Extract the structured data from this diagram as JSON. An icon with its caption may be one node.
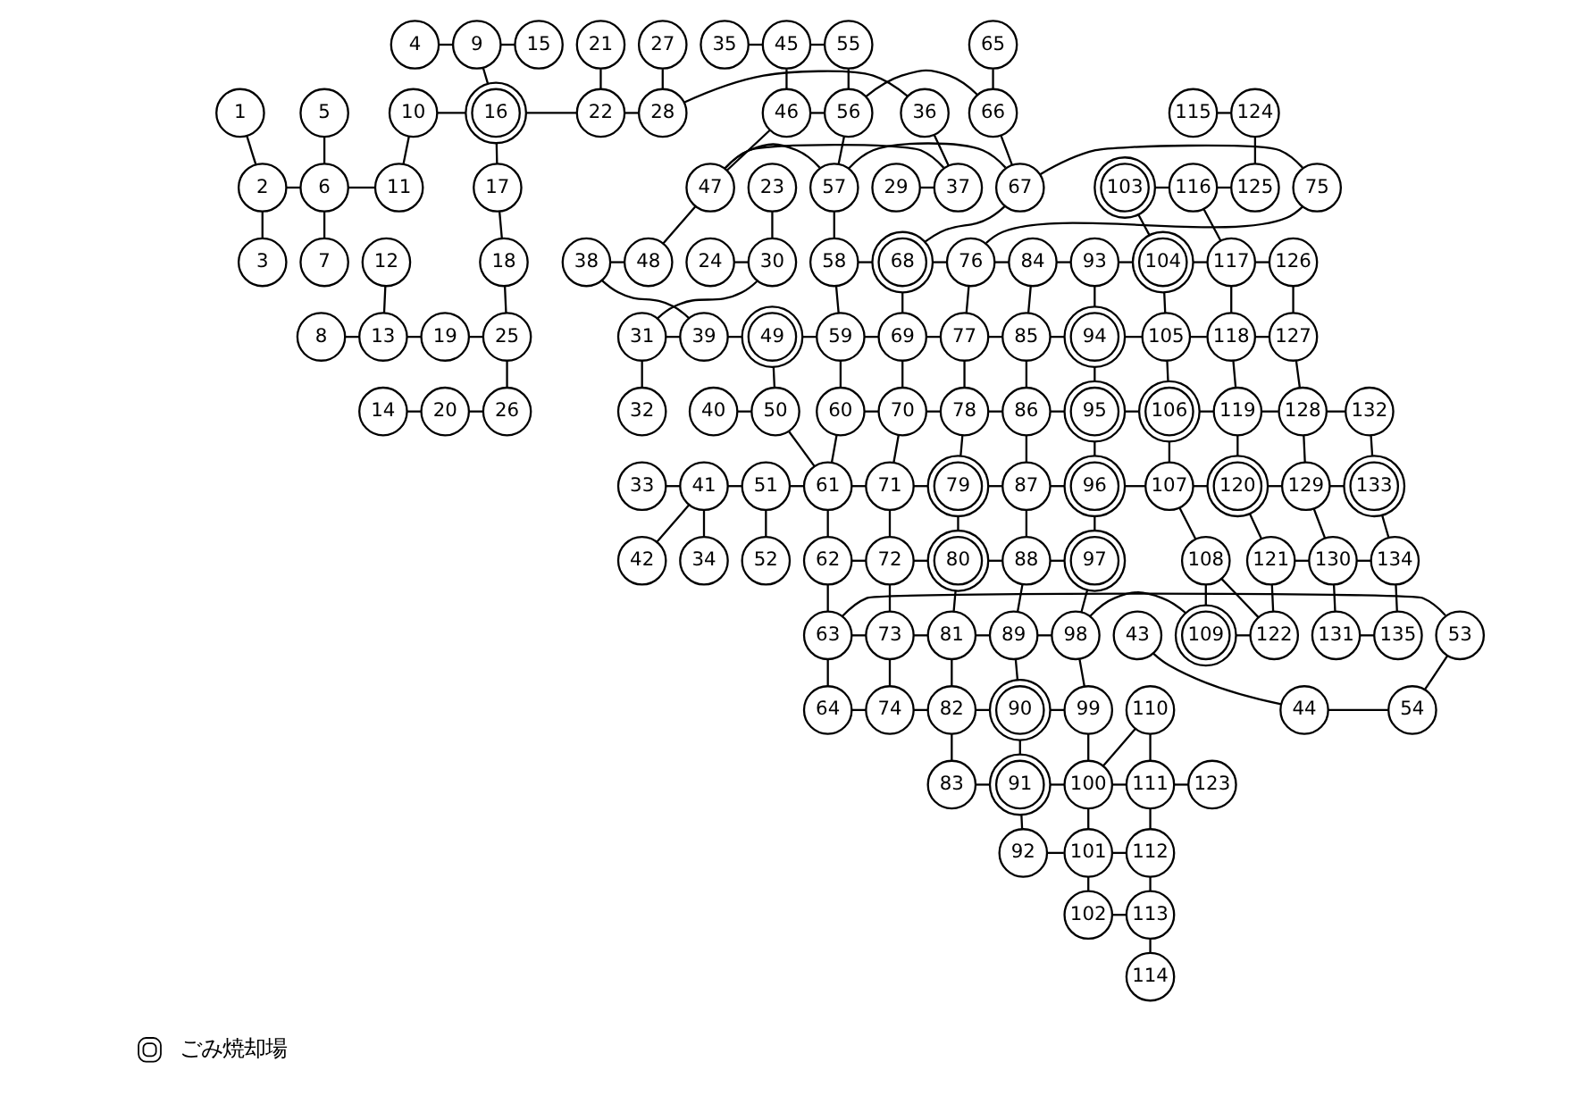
{
  "diagram": {
    "nodes": [
      {
        "text": [
          "1"
        ]
      },
      {
        "text": [
          "2"
        ]
      },
      {
        "text": [
          "3"
        ]
      },
      {
        "text": [
          "4"
        ]
      },
      {
        "text": [
          "5"
        ]
      },
      {
        "text": [
          "6"
        ]
      },
      {
        "text": [
          "7"
        ]
      },
      {
        "text": [
          "8"
        ]
      },
      {
        "text": [
          "9"
        ]
      },
      {
        "text": [
          "10"
        ]
      },
      {
        "text": [
          "11"
        ]
      },
      {
        "text": [
          "12"
        ]
      },
      {
        "text": [
          "13"
        ]
      },
      {
        "text": [
          "14"
        ]
      },
      {
        "text": [
          "15"
        ]
      },
      {
        "text": [
          "16"
        ]
      },
      {
        "text": [
          "17"
        ]
      },
      {
        "text": [
          "18"
        ]
      },
      {
        "text": [
          "19"
        ]
      },
      {
        "text": [
          "20"
        ]
      },
      {
        "text": [
          "21"
        ]
      },
      {
        "text": [
          "22"
        ]
      },
      {
        "text": [
          "23"
        ]
      },
      {
        "text": [
          "24"
        ]
      },
      {
        "text": [
          "25"
        ]
      },
      {
        "text": [
          "26"
        ]
      },
      {
        "text": [
          "27"
        ]
      },
      {
        "text": [
          "28"
        ]
      },
      {
        "text": [
          "29"
        ]
      },
      {
        "text": [
          "30"
        ]
      },
      {
        "text": [
          "31"
        ]
      },
      {
        "text": [
          "32"
        ]
      },
      {
        "text": [
          "33"
        ]
      },
      {
        "text": [
          "34"
        ]
      },
      {
        "text": [
          "35"
        ]
      },
      {
        "text": [
          "36"
        ]
      },
      {
        "text": [
          "37"
        ]
      },
      {
        "text": [
          "38"
        ]
      },
      {
        "text": [
          "39"
        ]
      },
      {
        "text": [
          "40"
        ]
      },
      {
        "text": [
          "41"
        ]
      },
      {
        "text": [
          "42"
        ]
      },
      {
        "text": [
          "43"
        ]
      },
      {
        "text": [
          "44"
        ]
      },
      {
        "text": [
          "45"
        ]
      },
      {
        "text": [
          "46"
        ]
      },
      {
        "text": [
          "47"
        ]
      },
      {
        "text": [
          "48"
        ]
      },
      {
        "text": [
          "49"
        ]
      },
      {
        "text": [
          "50"
        ]
      },
      {
        "text": [
          "51"
        ]
      },
      {
        "text": [
          "52"
        ]
      },
      {
        "text": [
          "53"
        ]
      },
      {
        "text": [
          "54"
        ]
      },
      {
        "text": [
          "55"
        ]
      },
      {
        "text": [
          "56"
        ]
      },
      {
        "text": [
          "57"
        ]
      },
      {
        "text": [
          "58"
        ]
      },
      {
        "text": [
          "59"
        ]
      },
      {
        "text": [
          "60"
        ]
      },
      {
        "text": [
          "61"
        ]
      },
      {
        "text": [
          "62"
        ]
      },
      {
        "text": [
          "63"
        ]
      },
      {
        "text": [
          "64"
        ]
      },
      {
        "text": [
          "65"
        ]
      },
      {
        "text": [
          "66"
        ]
      },
      {
        "text": [
          "67"
        ]
      },
      {
        "text": [
          "68"
        ]
      },
      {
        "text": [
          "69"
        ]
      },
      {
        "text": [
          "70"
        ]
      },
      {
        "text": [
          "71"
        ]
      },
      {
        "text": [
          "72"
        ]
      },
      {
        "text": [
          "73"
        ]
      },
      {
        "text": [
          "74"
        ]
      },
      {
        "text": [
          "75"
        ]
      },
      {
        "text": [
          "76"
        ]
      },
      {
        "text": [
          "77"
        ]
      },
      {
        "text": [
          "78"
        ]
      },
      {
        "text": [
          "79"
        ]
      },
      {
        "text": [
          "80"
        ]
      },
      {
        "text": [
          "81"
        ]
      },
      {
        "text": [
          "82"
        ]
      },
      {
        "text": [
          "83"
        ]
      },
      {
        "text": [
          "84"
        ]
      },
      {
        "text": [
          "85"
        ]
      },
      {
        "text": [
          "86"
        ]
      },
      {
        "text": [
          "87"
        ]
      },
      {
        "text": [
          "88"
        ]
      },
      {
        "text": [
          "89"
        ]
      },
      {
        "text": [
          "90"
        ]
      },
      {
        "text": [
          "91"
        ]
      },
      {
        "text": [
          "92"
        ]
      },
      {
        "text": [
          "93"
        ]
      },
      {
        "text": [
          "94"
        ]
      },
      {
        "text": [
          "95"
        ]
      },
      {
        "text": [
          "96"
        ]
      },
      {
        "text": [
          "97"
        ]
      },
      {
        "text": [
          "98"
        ]
      },
      {
        "text": [
          "99"
        ]
      },
      {
        "text": [
          "100"
        ]
      },
      {
        "text": [
          "101"
        ]
      },
      {
        "text": [
          "102"
        ]
      },
      {
        "text": [
          "103"
        ]
      },
      {
        "text": [
          "104"
        ]
      },
      {
        "text": [
          "105"
        ]
      },
      {
        "text": [
          "106"
        ]
      },
      {
        "text": [
          "107"
        ]
      },
      {
        "text": [
          "108"
        ]
      },
      {
        "text": [
          "109"
        ]
      },
      {
        "text": [
          "110"
        ]
      },
      {
        "text": [
          "111"
        ]
      },
      {
        "text": [
          "112"
        ]
      },
      {
        "text": [
          "113"
        ]
      },
      {
        "text": [
          "114"
        ]
      },
      {
        "text": [
          "115"
        ]
      },
      {
        "text": [
          "116"
        ]
      },
      {
        "text": [
          "117"
        ]
      },
      {
        "text": [
          "118"
        ]
      },
      {
        "text": [
          "119"
        ]
      },
      {
        "text": [
          "120"
        ]
      },
      {
        "text": [
          "121"
        ]
      },
      {
        "text": [
          "122"
        ]
      },
      {
        "text": [
          "123"
        ]
      },
      {
        "text": [
          "124"
        ]
      },
      {
        "text": [
          "125"
        ]
      },
      {
        "text": [
          "126"
        ]
      },
      {
        "text": [
          "127"
        ]
      },
      {
        "text": [
          "128"
        ]
      },
      {
        "text": [
          "129"
        ]
      },
      {
        "text": [
          "130"
        ]
      },
      {
        "text": [
          "131"
        ]
      },
      {
        "text": [
          "132"
        ]
      },
      {
        "text": [
          "133"
        ]
      },
      {
        "text": [
          "134"
        ]
      },
      {
        "text": [
          "135"
        ]
      }
    ],
    "edges": [
      {
        "from": 0,
        "to": 1,
        "arrow": "none"
      },
      {
        "from": 1,
        "to": 2,
        "arrow": "none"
      },
      {
        "from": 1,
        "to": 5,
        "arrow": "none"
      },
      {
        "from": 3,
        "to": 8,
        "arrow": "none"
      },
      {
        "from": 8,
        "to": 14,
        "arrow": "none"
      },
      {
        "from": 8,
        "to": 15,
        "arrow": "none"
      },
      {
        "from": 4,
        "to": 5,
        "arrow": "none"
      },
      {
        "from": 5,
        "to": 6,
        "arrow": "none"
      },
      {
        "from": 5,
        "to": 10,
        "arrow": "none"
      },
      {
        "from": 9,
        "to": 15,
        "arrow": "none"
      },
      {
        "from": 9,
        "to": 10,
        "arrow": "none"
      },
      {
        "from": 15,
        "to": 21,
        "arrow": "none"
      },
      {
        "from": 15,
        "to": 16,
        "arrow": "none"
      },
      {
        "from": 16,
        "to": 17,
        "arrow": "none"
      },
      {
        "from": 17,
        "to": 24,
        "arrow": "none"
      },
      {
        "from": 11,
        "to": 12,
        "arrow": "none"
      },
      {
        "from": 7,
        "to": 12,
        "arrow": "none"
      },
      {
        "from": 12,
        "to": 18,
        "arrow": "none"
      },
      {
        "from": 18,
        "to": 24,
        "arrow": "none"
      },
      {
        "from": 24,
        "to": 25,
        "arrow": "none"
      },
      {
        "from": 13,
        "to": 19,
        "arrow": "none"
      },
      {
        "from": 19,
        "to": 25,
        "arrow": "none"
      },
      {
        "from": 20,
        "to": 21,
        "arrow": "none"
      },
      {
        "from": 21,
        "to": 27,
        "arrow": "none"
      },
      {
        "from": 26,
        "to": 27,
        "arrow": "none"
      },
      {
        "from": 22,
        "to": 29,
        "arrow": "none"
      },
      {
        "from": 23,
        "to": 29,
        "arrow": "none"
      },
      {
        "from": 28,
        "to": 36,
        "arrow": "none"
      },
      {
        "from": 29,
        "to": 30,
        "arrow": "none"
      },
      {
        "from": 30,
        "to": 31,
        "arrow": "none"
      },
      {
        "from": 30,
        "to": 38,
        "arrow": "none"
      },
      {
        "from": 27,
        "to": 35,
        "arrow": "none"
      },
      {
        "from": 35,
        "to": 36,
        "arrow": "none"
      },
      {
        "from": 36,
        "to": 46,
        "arrow": "none"
      },
      {
        "from": 34,
        "to": 44,
        "arrow": "none"
      },
      {
        "from": 44,
        "to": 54,
        "arrow": "none"
      },
      {
        "from": 44,
        "to": 45,
        "arrow": "none"
      },
      {
        "from": 45,
        "to": 55,
        "arrow": "none"
      },
      {
        "from": 45,
        "to": 46,
        "arrow": "none"
      },
      {
        "from": 55,
        "to": 65,
        "arrow": "none"
      },
      {
        "from": 54,
        "to": 55,
        "arrow": "none"
      },
      {
        "from": 64,
        "to": 65,
        "arrow": "none"
      },
      {
        "from": 46,
        "to": 56,
        "arrow": "none"
      },
      {
        "from": 56,
        "to": 66,
        "arrow": "none"
      },
      {
        "from": 55,
        "to": 56,
        "arrow": "none"
      },
      {
        "from": 65,
        "to": 66,
        "arrow": "none"
      },
      {
        "from": 66,
        "to": 74,
        "arrow": "none"
      },
      {
        "from": 66,
        "to": 67,
        "arrow": "none"
      },
      {
        "from": 46,
        "to": 47,
        "arrow": "none"
      },
      {
        "from": 37,
        "to": 47,
        "arrow": "none"
      },
      {
        "from": 37,
        "to": 38,
        "arrow": "none"
      },
      {
        "from": 38,
        "to": 48,
        "arrow": "none"
      },
      {
        "from": 48,
        "to": 58,
        "arrow": "none"
      },
      {
        "from": 56,
        "to": 57,
        "arrow": "none"
      },
      {
        "from": 57,
        "to": 67,
        "arrow": "none"
      },
      {
        "from": 57,
        "to": 58,
        "arrow": "none"
      },
      {
        "from": 67,
        "to": 75,
        "arrow": "none"
      },
      {
        "from": 75,
        "to": 83,
        "arrow": "none"
      },
      {
        "from": 74,
        "to": 75,
        "arrow": "none"
      },
      {
        "from": 67,
        "to": 68,
        "arrow": "none"
      },
      {
        "from": 58,
        "to": 68,
        "arrow": "none"
      },
      {
        "from": 68,
        "to": 76,
        "arrow": "none"
      },
      {
        "from": 76,
        "to": 84,
        "arrow": "none"
      },
      {
        "from": 58,
        "to": 59,
        "arrow": "none"
      },
      {
        "from": 59,
        "to": 69,
        "arrow": "none"
      },
      {
        "from": 69,
        "to": 77,
        "arrow": "none"
      },
      {
        "from": 77,
        "to": 85,
        "arrow": "none"
      },
      {
        "from": 68,
        "to": 69,
        "arrow": "none"
      },
      {
        "from": 75,
        "to": 76,
        "arrow": "none"
      },
      {
        "from": 76,
        "to": 77,
        "arrow": "none"
      },
      {
        "from": 48,
        "to": 49,
        "arrow": "none"
      },
      {
        "from": 39,
        "to": 49,
        "arrow": "none"
      },
      {
        "from": 49,
        "to": 60,
        "arrow": "none"
      },
      {
        "from": 59,
        "to": 60,
        "arrow": "none"
      },
      {
        "from": 69,
        "to": 70,
        "arrow": "none"
      },
      {
        "from": 77,
        "to": 78,
        "arrow": "none"
      },
      {
        "from": 32,
        "to": 40,
        "arrow": "none"
      },
      {
        "from": 33,
        "to": 40,
        "arrow": "none"
      },
      {
        "from": 40,
        "to": 50,
        "arrow": "none"
      },
      {
        "from": 40,
        "to": 41,
        "arrow": "none"
      },
      {
        "from": 50,
        "to": 60,
        "arrow": "none"
      },
      {
        "from": 60,
        "to": 70,
        "arrow": "none"
      },
      {
        "from": 70,
        "to": 78,
        "arrow": "none"
      },
      {
        "from": 50,
        "to": 51,
        "arrow": "none"
      },
      {
        "from": 60,
        "to": 61,
        "arrow": "none"
      },
      {
        "from": 61,
        "to": 71,
        "arrow": "none"
      },
      {
        "from": 70,
        "to": 71,
        "arrow": "none"
      },
      {
        "from": 71,
        "to": 79,
        "arrow": "none"
      },
      {
        "from": 78,
        "to": 79,
        "arrow": "none"
      },
      {
        "from": 61,
        "to": 62,
        "arrow": "none"
      },
      {
        "from": 71,
        "to": 72,
        "arrow": "none"
      },
      {
        "from": 79,
        "to": 80,
        "arrow": "none"
      },
      {
        "from": 52,
        "to": 62,
        "arrow": "none"
      },
      {
        "from": 42,
        "to": 43,
        "arrow": "none"
      },
      {
        "from": 52,
        "to": 53,
        "arrow": "none"
      },
      {
        "from": 43,
        "to": 53,
        "arrow": "none"
      },
      {
        "from": 62,
        "to": 72,
        "arrow": "none"
      },
      {
        "from": 72,
        "to": 80,
        "arrow": "none"
      },
      {
        "from": 62,
        "to": 63,
        "arrow": "none"
      },
      {
        "from": 63,
        "to": 73,
        "arrow": "none"
      },
      {
        "from": 72,
        "to": 73,
        "arrow": "none"
      },
      {
        "from": 73,
        "to": 81,
        "arrow": "none"
      },
      {
        "from": 80,
        "to": 81,
        "arrow": "none"
      },
      {
        "from": 80,
        "to": 88,
        "arrow": "none"
      },
      {
        "from": 81,
        "to": 89,
        "arrow": "none"
      },
      {
        "from": 81,
        "to": 82,
        "arrow": "none"
      },
      {
        "from": 78,
        "to": 86,
        "arrow": "none"
      },
      {
        "from": 79,
        "to": 87,
        "arrow": "none"
      },
      {
        "from": 83,
        "to": 92,
        "arrow": "none"
      },
      {
        "from": 83,
        "to": 84,
        "arrow": "none"
      },
      {
        "from": 84,
        "to": 93,
        "arrow": "none"
      },
      {
        "from": 92,
        "to": 103,
        "arrow": "none"
      },
      {
        "from": 92,
        "to": 93,
        "arrow": "none"
      },
      {
        "from": 103,
        "to": 116,
        "arrow": "none"
      },
      {
        "from": 102,
        "to": 103,
        "arrow": "none"
      },
      {
        "from": 102,
        "to": 115,
        "arrow": "none"
      },
      {
        "from": 103,
        "to": 104,
        "arrow": "none"
      },
      {
        "from": 93,
        "to": 104,
        "arrow": "none"
      },
      {
        "from": 104,
        "to": 117,
        "arrow": "none"
      },
      {
        "from": 93,
        "to": 94,
        "arrow": "none"
      },
      {
        "from": 84,
        "to": 85,
        "arrow": "none"
      },
      {
        "from": 85,
        "to": 94,
        "arrow": "none"
      },
      {
        "from": 94,
        "to": 105,
        "arrow": "none"
      },
      {
        "from": 105,
        "to": 118,
        "arrow": "none"
      },
      {
        "from": 118,
        "to": 127,
        "arrow": "none"
      },
      {
        "from": 127,
        "to": 131,
        "arrow": "none"
      },
      {
        "from": 115,
        "to": 124,
        "arrow": "none"
      },
      {
        "from": 114,
        "to": 123,
        "arrow": "none"
      },
      {
        "from": 123,
        "to": 124,
        "arrow": "none"
      },
      {
        "from": 115,
        "to": 116,
        "arrow": "none"
      },
      {
        "from": 116,
        "to": 125,
        "arrow": "none"
      },
      {
        "from": 116,
        "to": 117,
        "arrow": "none"
      },
      {
        "from": 125,
        "to": 126,
        "arrow": "none"
      },
      {
        "from": 117,
        "to": 126,
        "arrow": "none"
      },
      {
        "from": 126,
        "to": 127,
        "arrow": "none"
      },
      {
        "from": 117,
        "to": 118,
        "arrow": "none"
      },
      {
        "from": 127,
        "to": 128,
        "arrow": "none"
      },
      {
        "from": 131,
        "to": 132,
        "arrow": "none"
      },
      {
        "from": 119,
        "to": 128,
        "arrow": "none"
      },
      {
        "from": 128,
        "to": 132,
        "arrow": "none"
      },
      {
        "from": 106,
        "to": 119,
        "arrow": "none"
      },
      {
        "from": 95,
        "to": 106,
        "arrow": "none"
      },
      {
        "from": 86,
        "to": 95,
        "arrow": "none"
      },
      {
        "from": 85,
        "to": 86,
        "arrow": "none"
      },
      {
        "from": 94,
        "to": 95,
        "arrow": "none"
      },
      {
        "from": 105,
        "to": 106,
        "arrow": "none"
      },
      {
        "from": 118,
        "to": 119,
        "arrow": "none"
      },
      {
        "from": 104,
        "to": 105,
        "arrow": "none"
      },
      {
        "from": 86,
        "to": 87,
        "arrow": "none"
      },
      {
        "from": 95,
        "to": 96,
        "arrow": "none"
      },
      {
        "from": 87,
        "to": 96,
        "arrow": "none"
      },
      {
        "from": 87,
        "to": 88,
        "arrow": "none"
      },
      {
        "from": 96,
        "to": 97,
        "arrow": "none"
      },
      {
        "from": 88,
        "to": 97,
        "arrow": "none"
      },
      {
        "from": 97,
        "to": 108,
        "arrow": "none"
      },
      {
        "from": 107,
        "to": 121,
        "arrow": "none"
      },
      {
        "from": 108,
        "to": 121,
        "arrow": "none"
      },
      {
        "from": 106,
        "to": 107,
        "arrow": "none"
      },
      {
        "from": 119,
        "to": 120,
        "arrow": "none"
      },
      {
        "from": 120,
        "to": 121,
        "arrow": "none"
      },
      {
        "from": 120,
        "to": 129,
        "arrow": "none"
      },
      {
        "from": 128,
        "to": 129,
        "arrow": "none"
      },
      {
        "from": 129,
        "to": 130,
        "arrow": "none"
      },
      {
        "from": 130,
        "to": 134,
        "arrow": "none"
      },
      {
        "from": 129,
        "to": 133,
        "arrow": "none"
      },
      {
        "from": 132,
        "to": 133,
        "arrow": "none"
      },
      {
        "from": 133,
        "to": 134,
        "arrow": "none"
      },
      {
        "from": 88,
        "to": 89,
        "arrow": "none"
      },
      {
        "from": 89,
        "to": 98,
        "arrow": "none"
      },
      {
        "from": 97,
        "to": 98,
        "arrow": "none"
      },
      {
        "from": 82,
        "to": 90,
        "arrow": "none"
      },
      {
        "from": 89,
        "to": 90,
        "arrow": "none"
      },
      {
        "from": 90,
        "to": 91,
        "arrow": "none"
      },
      {
        "from": 90,
        "to": 99,
        "arrow": "none"
      },
      {
        "from": 98,
        "to": 99,
        "arrow": "none"
      },
      {
        "from": 99,
        "to": 109,
        "arrow": "none"
      },
      {
        "from": 109,
        "to": 110,
        "arrow": "none"
      },
      {
        "from": 99,
        "to": 110,
        "arrow": "none"
      },
      {
        "from": 110,
        "to": 122,
        "arrow": "none"
      },
      {
        "from": 99,
        "to": 100,
        "arrow": "none"
      },
      {
        "from": 91,
        "to": 100,
        "arrow": "none"
      },
      {
        "from": 100,
        "to": 111,
        "arrow": "none"
      },
      {
        "from": 110,
        "to": 111,
        "arrow": "none"
      },
      {
        "from": 100,
        "to": 101,
        "arrow": "none"
      },
      {
        "from": 101,
        "to": 112,
        "arrow": "none"
      },
      {
        "from": 111,
        "to": 112,
        "arrow": "none"
      },
      {
        "from": 112,
        "to": 113,
        "arrow": "none"
      },
      {
        "from": 107,
        "to": 108,
        "arrow": "none"
      }
    ],
    "legend": [
      {
        "text": "ごみ焼却場"
      }
    ]
  }
}
